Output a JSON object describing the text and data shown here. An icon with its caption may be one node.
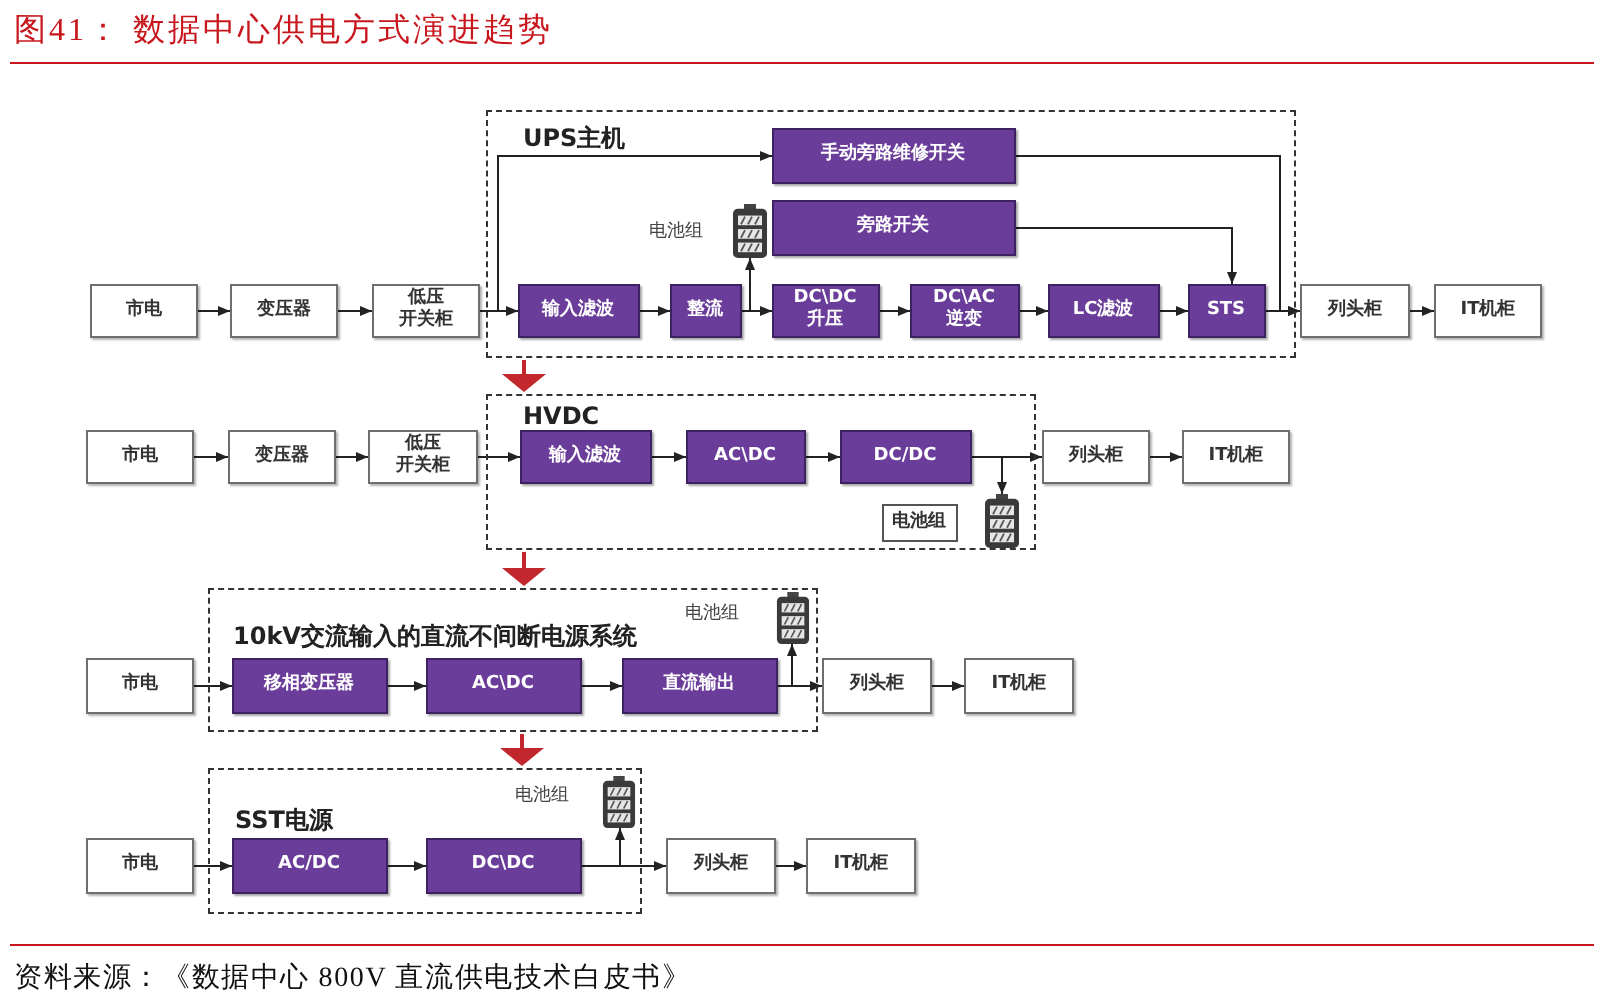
{
  "diagram": {
    "title": "图41： 数据中心供电方式演进趋势",
    "caption": "资料来源：《数据中心 800V 直流供电技术白皮书》",
    "nodes": [
      {
        "text": [
          "市电"
        ]
      },
      {
        "text": [
          "变压器"
        ]
      },
      {
        "text": [
          "低压开关柜"
        ]
      },
      {
        "text": [
          "UPS主机"
        ]
      },
      {
        "text": [
          "手动旁路维修开关"
        ],
        "in": 3
      },
      {
        "text": [
          "旁路开关"
        ],
        "in": 3
      },
      {
        "text": [],
        "shape": "picture",
        "in": 3,
        "beside": [
          "电池组"
        ]
      },
      {
        "text": [
          "输入滤波"
        ],
        "in": 3
      },
      {
        "text": [
          "整流"
        ],
        "in": 3
      },
      {
        "text": [
          "DC\\DC升压"
        ],
        "in": 3
      },
      {
        "text": [
          "DC\\AC逆变"
        ],
        "in": 3
      },
      {
        "text": [
          "LC滤波"
        ],
        "in": 3
      },
      {
        "text": [
          "STS"
        ],
        "in": 3
      },
      {
        "text": [
          "列头柜"
        ]
      },
      {
        "text": [
          "IT机柜"
        ]
      },
      {
        "text": [
          "市电"
        ]
      },
      {
        "text": [
          "变压器"
        ]
      },
      {
        "text": [
          "低压开关柜"
        ]
      },
      {
        "text": [
          "HVDC"
        ]
      },
      {
        "text": [
          "输入滤波"
        ],
        "in": 18
      },
      {
        "text": [
          "AC\\DC"
        ],
        "in": 18
      },
      {
        "text": [
          "DC/DC"
        ],
        "in": 18
      },
      {
        "text": [
          "电池组"
        ],
        "in": 18
      },
      {
        "text": [],
        "shape": "picture",
        "in": 18
      },
      {
        "text": [
          "列头柜"
        ]
      },
      {
        "text": [
          "IT机柜"
        ]
      },
      {
        "text": [
          "市电"
        ]
      },
      {
        "text": [
          "10kV交流输入的直流不间断电源系统"
        ]
      },
      {
        "text": [],
        "shape": "picture",
        "in": 27,
        "beside": [
          "电池组"
        ]
      },
      {
        "text": [
          "移相变压器"
        ],
        "in": 27
      },
      {
        "text": [
          "AC\\DC"
        ],
        "in": 27
      },
      {
        "text": [
          "直流输出"
        ],
        "in": 27
      },
      {
        "text": [
          "列头柜"
        ]
      },
      {
        "text": [
          "IT机柜"
        ]
      },
      {
        "text": [
          "市电"
        ]
      },
      {
        "text": [
          "SST电源"
        ]
      },
      {
        "text": [],
        "shape": "picture",
        "in": 35,
        "beside": [
          "电池组"
        ]
      },
      {
        "text": [
          "AC/DC"
        ],
        "in": 35
      },
      {
        "text": [
          "DC\\DC"
        ],
        "in": 35
      },
      {
        "text": [
          "列头柜"
        ]
      },
      {
        "text": [
          "IT机柜"
        ]
      }
    ],
    "edges": [
      {
        "from": 0,
        "to": 1,
        "arrow": "to"
      },
      {
        "from": 1,
        "to": 2,
        "arrow": "to"
      },
      {
        "from": 2,
        "to": 7,
        "arrow": "to"
      },
      {
        "from": 2,
        "to": 4,
        "arrow": "to"
      },
      {
        "from": 7,
        "to": 8,
        "arrow": "to"
      },
      {
        "from": 8,
        "to": 9,
        "arrow": "to"
      },
      {
        "from": 8,
        "to": 6,
        "arrow": "to"
      },
      {
        "from": 9,
        "to": 10,
        "arrow": "to"
      },
      {
        "from": 10,
        "to": 11,
        "arrow": "to"
      },
      {
        "from": 11,
        "to": 12,
        "arrow": "to"
      },
      {
        "from": 5,
        "to": 12,
        "arrow": "to"
      },
      {
        "from": 12,
        "to": 13,
        "arrow": "to"
      },
      {
        "from": 4,
        "to": 13,
        "arrow": "to"
      },
      {
        "from": 13,
        "to": 14,
        "arrow": "to"
      },
      {
        "from": 15,
        "to": 16,
        "arrow": "to"
      },
      {
        "from": 16,
        "to": 17,
        "arrow": "to"
      },
      {
        "from": 17,
        "to": 19,
        "arrow": "to"
      },
      {
        "from": 19,
        "to": 20,
        "arrow": "to"
      },
      {
        "from": 20,
        "to": 21,
        "arrow": "to"
      },
      {
        "from": 21,
        "to": 24,
        "arrow": "to"
      },
      {
        "from": 21,
        "to": 23,
        "arrow": "to"
      },
      {
        "from": 24,
        "to": 25,
        "arrow": "to"
      },
      {
        "from": 26,
        "to": 29,
        "arrow": "to"
      },
      {
        "from": 29,
        "to": 30,
        "arrow": "to"
      },
      {
        "from": 30,
        "to": 31,
        "arrow": "to"
      },
      {
        "from": 31,
        "to": 32,
        "arrow": "to"
      },
      {
        "from": 31,
        "to": 28,
        "arrow": "to"
      },
      {
        "from": 32,
        "to": 33,
        "arrow": "to"
      },
      {
        "from": 34,
        "to": 37,
        "arrow": "to"
      },
      {
        "from": 37,
        "to": 38,
        "arrow": "to"
      },
      {
        "from": 38,
        "to": 39,
        "arrow": "to"
      },
      {
        "from": 38,
        "to": 36,
        "arrow": "to"
      },
      {
        "from": 39,
        "to": 40,
        "arrow": "to"
      },
      {
        "from": 3,
        "to": 18,
        "arrow": "to",
        "color": "#c1272d"
      },
      {
        "from": 18,
        "to": 27,
        "arrow": "to",
        "color": "#c1272d"
      },
      {
        "from": 27,
        "to": 35,
        "arrow": "to",
        "color": "#c1272d"
      }
    ]
  }
}
